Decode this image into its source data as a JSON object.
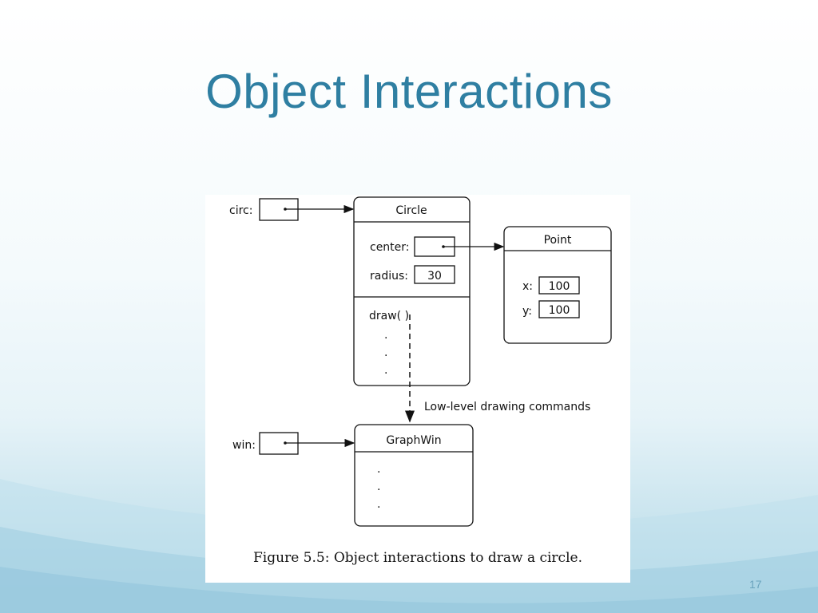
{
  "slide": {
    "title": "Object Interactions",
    "number": "17"
  },
  "diagram": {
    "circ_label": "circ:",
    "win_label": "win:",
    "circle": {
      "title": "Circle",
      "center_label": "center:",
      "radius_label": "radius:",
      "radius_value": "30",
      "method": "draw( )"
    },
    "point": {
      "title": "Point",
      "x_label": "x:",
      "x_value": "100",
      "y_label": "y:",
      "y_value": "100"
    },
    "graphwin": {
      "title": "GraphWin"
    },
    "arrow_label": "Low-level drawing commands",
    "caption": "Figure 5.5: Object interactions to draw a circle."
  }
}
